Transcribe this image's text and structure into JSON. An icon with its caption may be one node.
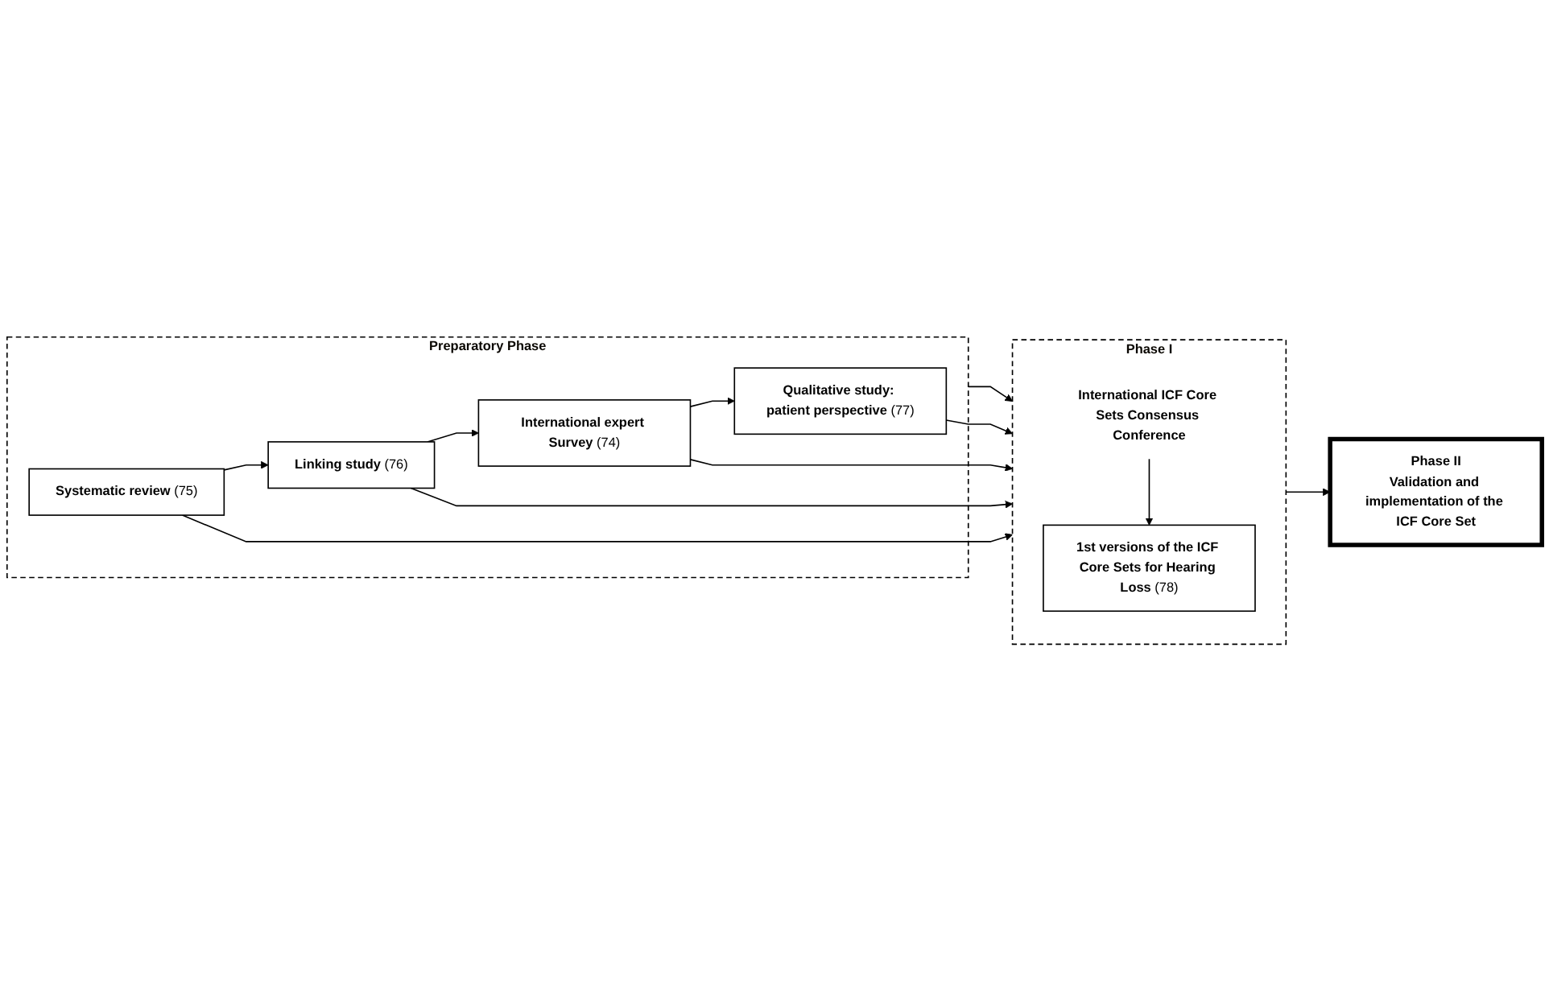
{
  "diagram": {
    "nodes": [
      {
        "text": [
          "Preparatory Phase"
        ]
      },
      {
        "text": [
          "**Systematic review** (75)"
        ],
        "in": 0
      },
      {
        "text": [
          "**Linking study** (76)"
        ],
        "in": 0
      },
      {
        "text": [
          "**International expert Survey** (74)"
        ],
        "in": 0
      },
      {
        "text": [
          "**Qualitative study: patient perspective** (77)"
        ],
        "in": 0
      },
      {
        "text": [
          "Phase I"
        ]
      },
      {
        "text": [
          "International ICF Core Sets Consensus Conference"
        ],
        "in": 5
      },
      {
        "text": [
          "**1st versions of the ICF Core Sets for Hearing Loss** (78)"
        ],
        "in": 5
      },
      {
        "text": [
          "Phase II",
          "Validation and implementation of the ICF Core Set"
        ]
      }
    ],
    "edges": [
      {
        "from": 0,
        "to": 5,
        "arrow": "to"
      },
      {
        "from": 5,
        "to": 8,
        "arrow": "to"
      },
      {
        "from": 1,
        "to": 2,
        "arrow": "to"
      },
      {
        "from": 2,
        "to": 3,
        "arrow": "to"
      },
      {
        "from": 3,
        "to": 4,
        "arrow": "to"
      },
      {
        "from": 1,
        "to": 5,
        "arrow": "to"
      },
      {
        "from": 2,
        "to": 5,
        "arrow": "to"
      },
      {
        "from": 3,
        "to": 5,
        "arrow": "to"
      },
      {
        "from": 4,
        "to": 5,
        "arrow": "to"
      },
      {
        "from": 6,
        "to": 7,
        "arrow": "to"
      }
    ]
  }
}
